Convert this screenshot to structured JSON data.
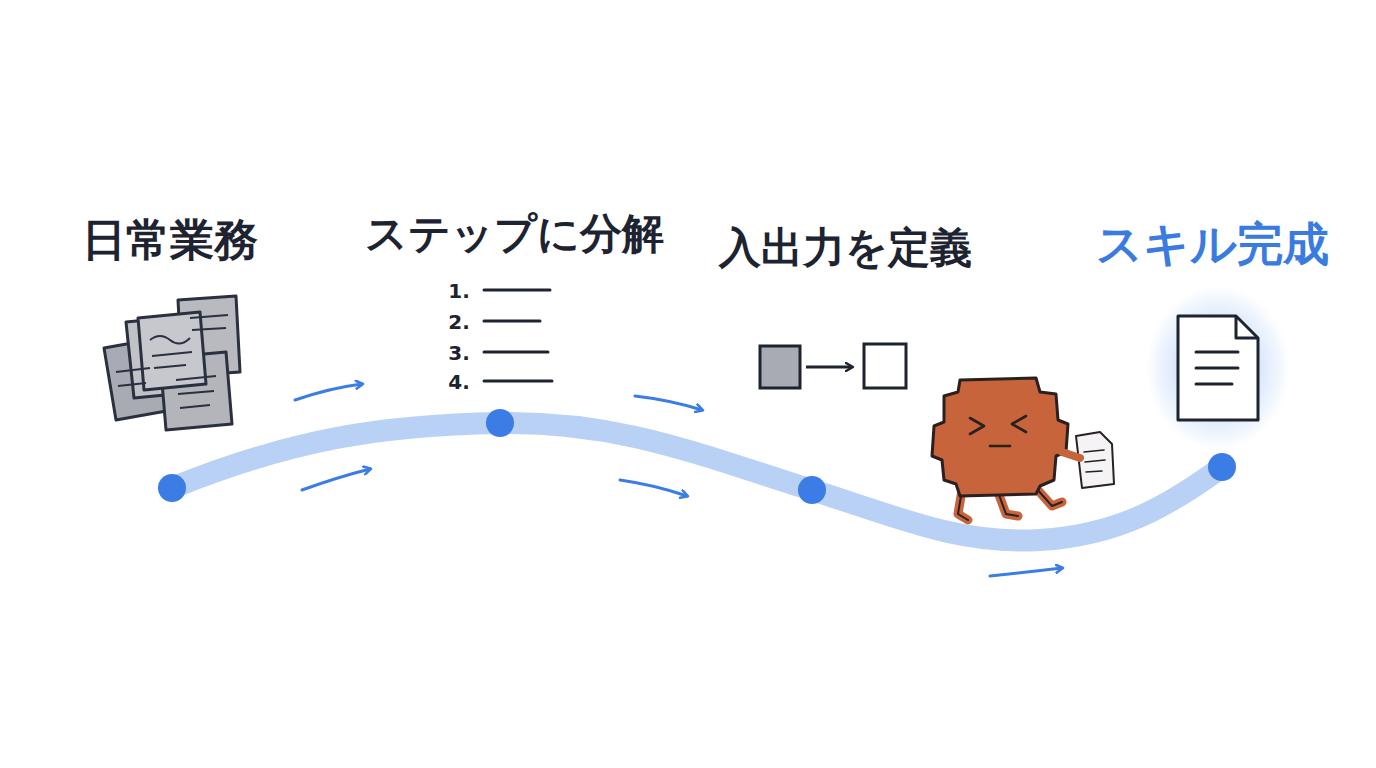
{
  "diagram": {
    "labels": [
      "日常業務",
      "ステップに分解",
      "1.",
      "2.",
      "3.",
      "4.",
      "入出力を定義",
      "スキル完成"
    ]
  }
}
